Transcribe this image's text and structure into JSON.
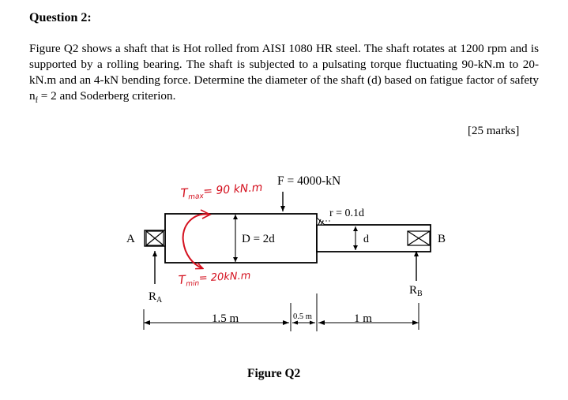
{
  "question": {
    "heading": "Question 2:",
    "body": "Figure Q2 shows a shaft that is Hot rolled from AISI 1080 HR steel. The shaft rotates at 1200 rpm and is supported by a rolling bearing. The shaft is subjected to a pulsating torque fluctuating 90-kN.m to 20-kN.m and an 4-kN bending force. Determine the diameter of the shaft (d) based on fatigue factor of safety n",
    "nf_sub": "f",
    "body_end": " = 2 and Soderberg criterion.",
    "marks": "[25 marks]"
  },
  "figure": {
    "force_label": "F = 4000-kN",
    "fillet_label": "r = 0.1d",
    "big_diameter_label": "D = 2d",
    "small_diameter_label": "d",
    "left_support_label": "A",
    "right_support_label": "B",
    "left_reaction_main": "R",
    "left_reaction_sub": "A",
    "right_reaction_main": "R",
    "right_reaction_sub": "B",
    "dim_left": "1.5 m",
    "dim_middle": "0.5 m",
    "dim_right": "1 m",
    "caption": "Figure Q2",
    "handwritten": {
      "tmax_main": "T",
      "tmax_sub": "max",
      "tmax_value": "= 90 kN.m",
      "tmin_main": "T",
      "tmin_sub": "min",
      "tmin_value": "= 20kN.m",
      "ink_color": "#d4101e"
    }
  }
}
